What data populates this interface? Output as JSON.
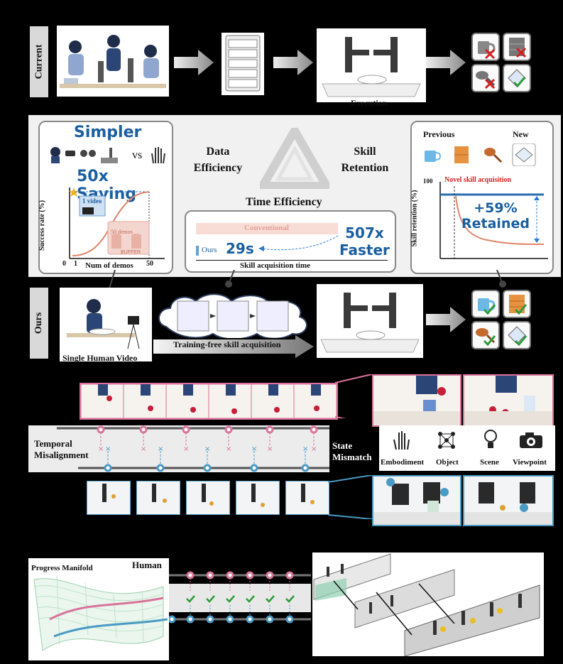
{
  "rows": {
    "current_label": "Current",
    "ours_label": "Ours"
  },
  "current": {
    "execution_caption": "Execution",
    "objects": [
      {
        "icon": "mug-icon",
        "status": "cross"
      },
      {
        "icon": "cabinet-icon",
        "status": "cross"
      },
      {
        "icon": "brush-icon",
        "status": "cross"
      },
      {
        "icon": "plate-icon",
        "status": "check"
      }
    ]
  },
  "middle": {
    "simpler_title": "Simpler",
    "vs_text": "vs",
    "saving_text": "50x Saving",
    "success_ylabel": "Success rate (%)",
    "demos_xlabel": "Num of demos",
    "x_ticks": [
      "0",
      "1",
      "50"
    ],
    "one_video": "1 video",
    "fifty_demos": "50 demos",
    "buffer": "BUFFER",
    "data_efficiency": [
      "Data",
      "Efficiency"
    ],
    "skill_retention": [
      "Skill",
      "Retention"
    ],
    "time_efficiency_title": "Time Efficiency",
    "conventional": "Conventional",
    "ours": "Ours",
    "ours_time": "29s",
    "faster": [
      "507x",
      "Faster"
    ],
    "time_xlabel": "Skill acquisition time",
    "previous": "Previous",
    "new": "New",
    "novel_skill": "Novel skill acquisition",
    "retention_ylabel": "Skill retention (%)",
    "retention_tick": "100",
    "retained": [
      "+59%",
      "Retained"
    ]
  },
  "ours": {
    "single_human_video": "Single Human Video",
    "training_free": "Training-free skill acquisition",
    "objects": [
      {
        "icon": "mug-icon",
        "status": "check"
      },
      {
        "icon": "cabinet-icon",
        "status": "check"
      },
      {
        "icon": "brush-icon",
        "status": "check"
      },
      {
        "icon": "plate-icon",
        "status": "check"
      }
    ]
  },
  "alignment": {
    "temporal_misalignment": [
      "Temporal",
      "Misalignment"
    ],
    "state_mismatch": [
      "State",
      "Mismatch"
    ],
    "mismatch_items": [
      {
        "label": "Embodiment",
        "icon": "hand-icon"
      },
      {
        "label": "Object",
        "icon": "graph-icon"
      },
      {
        "label": "Scene",
        "icon": "lightbulb-icon"
      },
      {
        "label": "Viewpoint",
        "icon": "camera-icon"
      }
    ]
  },
  "bottom": {
    "progress_manifold": "Progress Manifold",
    "human": "Human"
  },
  "colors": {
    "pink": "#d9739b",
    "blue": "#4a9ac4",
    "green": "#2e9a3c",
    "red": "#d42020",
    "accent_blue": "#1a5fa0",
    "curve": "#e0846a"
  }
}
